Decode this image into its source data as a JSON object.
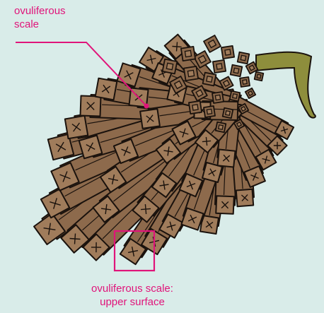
{
  "labels": {
    "top_line1": "ovuliferous",
    "top_line2": "scale",
    "bottom_line1": "ovuliferous scale:",
    "bottom_line2": "upper surface"
  },
  "colors": {
    "background": "#d9ece9",
    "accent": "#e0147a",
    "scale_fill": "#8d6a4c",
    "scale_face": "#a07c5b",
    "outline": "#1a120d",
    "stalk": "#8e8e3c"
  }
}
